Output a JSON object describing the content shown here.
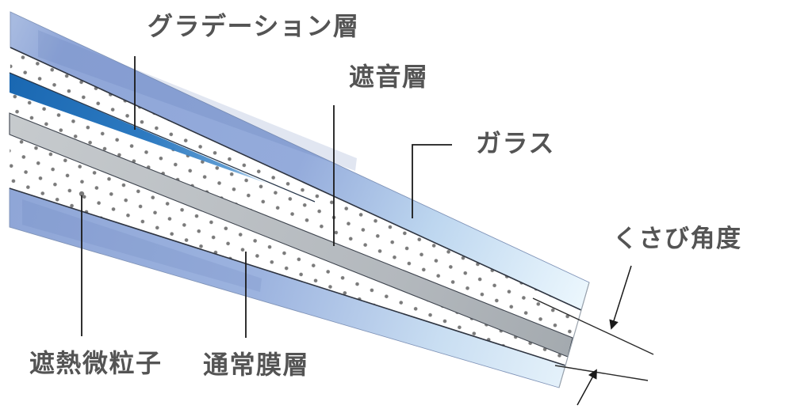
{
  "diagram": {
    "subject": "wedge-shaped laminated glass cross-section",
    "labels": {
      "gradation_layer": "グラデーション層",
      "sound_insulation_layer": "遮音層",
      "glass": "ガラス",
      "wedge_angle": "くさび角度",
      "heat_shield_particles": "遮熱微粒子",
      "normal_film_layer": "通常膜層"
    },
    "colors": {
      "glass_blue_left": "#8fa6d8",
      "glass_blue_right": "#eaf6fc",
      "gradation_wedge_blue": "#1f6fb8",
      "sound_layer_gray": "#c2c6ca",
      "particle_dot_gray": "#7a7a7a",
      "outline_dark": "#2e3440",
      "label_text": "#545454",
      "annotation_line": "#1a1a1a"
    }
  }
}
